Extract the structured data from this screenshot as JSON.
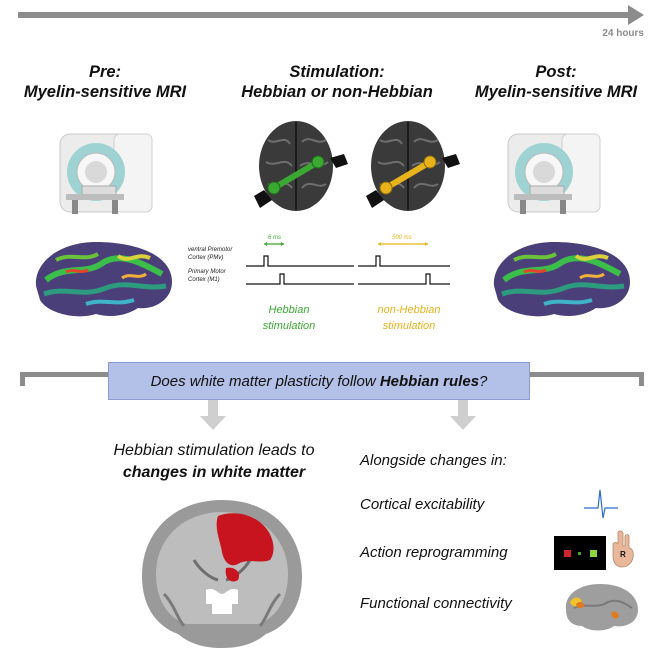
{
  "timeline": {
    "label": "24 hours"
  },
  "columns": {
    "pre": {
      "line1": "Pre:",
      "line2": "Myelin-sensitive MRI"
    },
    "stim": {
      "line1": "Stimulation:",
      "line2": "Hebbian or non-Hebbian"
    },
    "post": {
      "line1": "Post:",
      "line2": "Myelin-sensitive MRI"
    }
  },
  "timing": {
    "hebbian_interval": "6 ms",
    "nonhebbian_interval": "500 ms",
    "pmv_label_1": "ventral Premotor",
    "pmv_label_2": "Cortex (PMv)",
    "m1_label_1": "Primary Motor",
    "m1_label_2": "Cortex (M1)"
  },
  "stimulation": {
    "hebbian_1": "Hebbian",
    "hebbian_2": "stimulation",
    "nonhebbian_1": "non-Hebbian",
    "nonhebbian_2": "stimulation"
  },
  "question": {
    "prefix": "Does white matter plasticity follow ",
    "bold": "Hebbian rules",
    "suffix": "?"
  },
  "result": {
    "line1": "Hebbian stimulation leads to",
    "line2": "changes in white matter"
  },
  "alongside": {
    "title": "Alongside changes in:",
    "items": [
      "Cortical excitability",
      "Action reprogramming",
      "Functional connectivity"
    ]
  },
  "action_icon_letter": "R",
  "colors": {
    "hebbian": "#3aa832",
    "nonhebbian": "#e8b21a",
    "arrow_gray": "#8c8c8c",
    "question_box": "#b3c0e8",
    "white_matter_change": "#c8141e"
  }
}
